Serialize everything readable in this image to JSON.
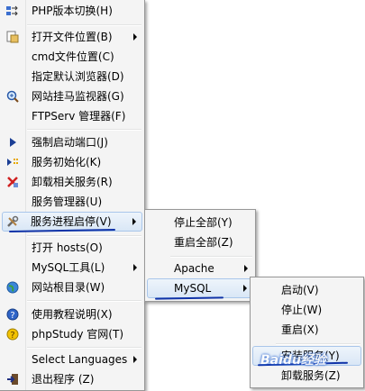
{
  "main_menu": {
    "items": [
      {
        "label": "PHP版本切换(H)",
        "icon": "switch-icon",
        "submenu": false
      },
      {
        "label": "打开文件位置(B)",
        "icon": "folder-icon",
        "submenu": true
      },
      {
        "label": "cmd文件位置(C)",
        "icon": "",
        "submenu": false
      },
      {
        "label": "指定默认浏览器(D)",
        "icon": "",
        "submenu": false
      },
      {
        "label": "网站挂马监视器(G)",
        "icon": "magnifier-icon",
        "submenu": false
      },
      {
        "label": "FTPServ 管理器(F)",
        "icon": "",
        "submenu": false
      },
      {
        "label": "强制启动端口(J)",
        "icon": "play-icon",
        "submenu": false
      },
      {
        "label": "服务初始化(K)",
        "icon": "init-icon",
        "submenu": false
      },
      {
        "label": "卸载相关服务(R)",
        "icon": "uninstall-icon",
        "submenu": false
      },
      {
        "label": "服务管理器(U)",
        "icon": "",
        "submenu": false
      },
      {
        "label": "服务进程启停(V)",
        "icon": "tools-icon",
        "submenu": true,
        "highlighted": true
      },
      {
        "label": "打开 hosts(O)",
        "icon": "",
        "submenu": false
      },
      {
        "label": "MySQL工具(L)",
        "icon": "",
        "submenu": true
      },
      {
        "label": "网站根目录(W)",
        "icon": "globe-icon",
        "submenu": false
      },
      {
        "label": "使用教程说明(X)",
        "icon": "help-icon",
        "submenu": false
      },
      {
        "label": "phpStudy 官网(T)",
        "icon": "question-icon",
        "submenu": false
      },
      {
        "label": "Select Languages",
        "icon": "",
        "submenu": true
      },
      {
        "label": "退出程序 (Z)",
        "icon": "exit-icon",
        "submenu": false
      }
    ]
  },
  "service_submenu": {
    "items": [
      {
        "label": "停止全部(Y)",
        "submenu": false
      },
      {
        "label": "重启全部(Z)",
        "submenu": false
      },
      {
        "label": "Apache",
        "submenu": true
      },
      {
        "label": "MySQL",
        "submenu": true,
        "highlighted": true
      }
    ]
  },
  "mysql_submenu": {
    "items": [
      {
        "label": "启动(V)"
      },
      {
        "label": "停止(W)"
      },
      {
        "label": "重启(X)"
      },
      {
        "label": "安装服务(Y)",
        "highlighted": true
      },
      {
        "label": "卸载服务(Z)"
      }
    ]
  },
  "watermark": "Baidu经验",
  "colors": {
    "menu_bg": "#f4f4f4",
    "highlight_border": "#a9c6ea",
    "annotation_underline": "#1033a8"
  }
}
